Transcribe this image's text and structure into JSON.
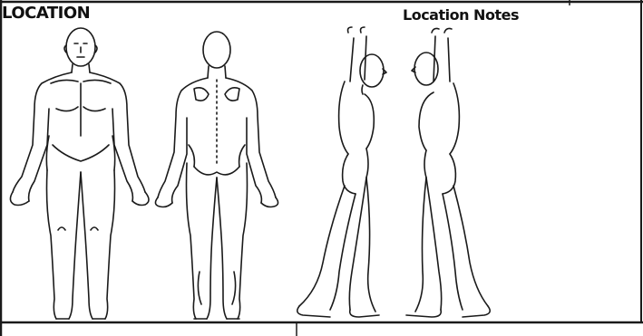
{
  "section": {
    "title": "LOCATION",
    "notes_label": "Location Notes"
  },
  "figures": [
    {
      "view": "front",
      "icon": "body-front-icon"
    },
    {
      "view": "back",
      "icon": "body-back-icon"
    },
    {
      "view": "right side",
      "icon": "body-side-right-icon"
    },
    {
      "view": "left side",
      "icon": "body-side-left-icon"
    }
  ],
  "colors": {
    "ink": "#1a1a1a",
    "paper": "#ffffff"
  }
}
